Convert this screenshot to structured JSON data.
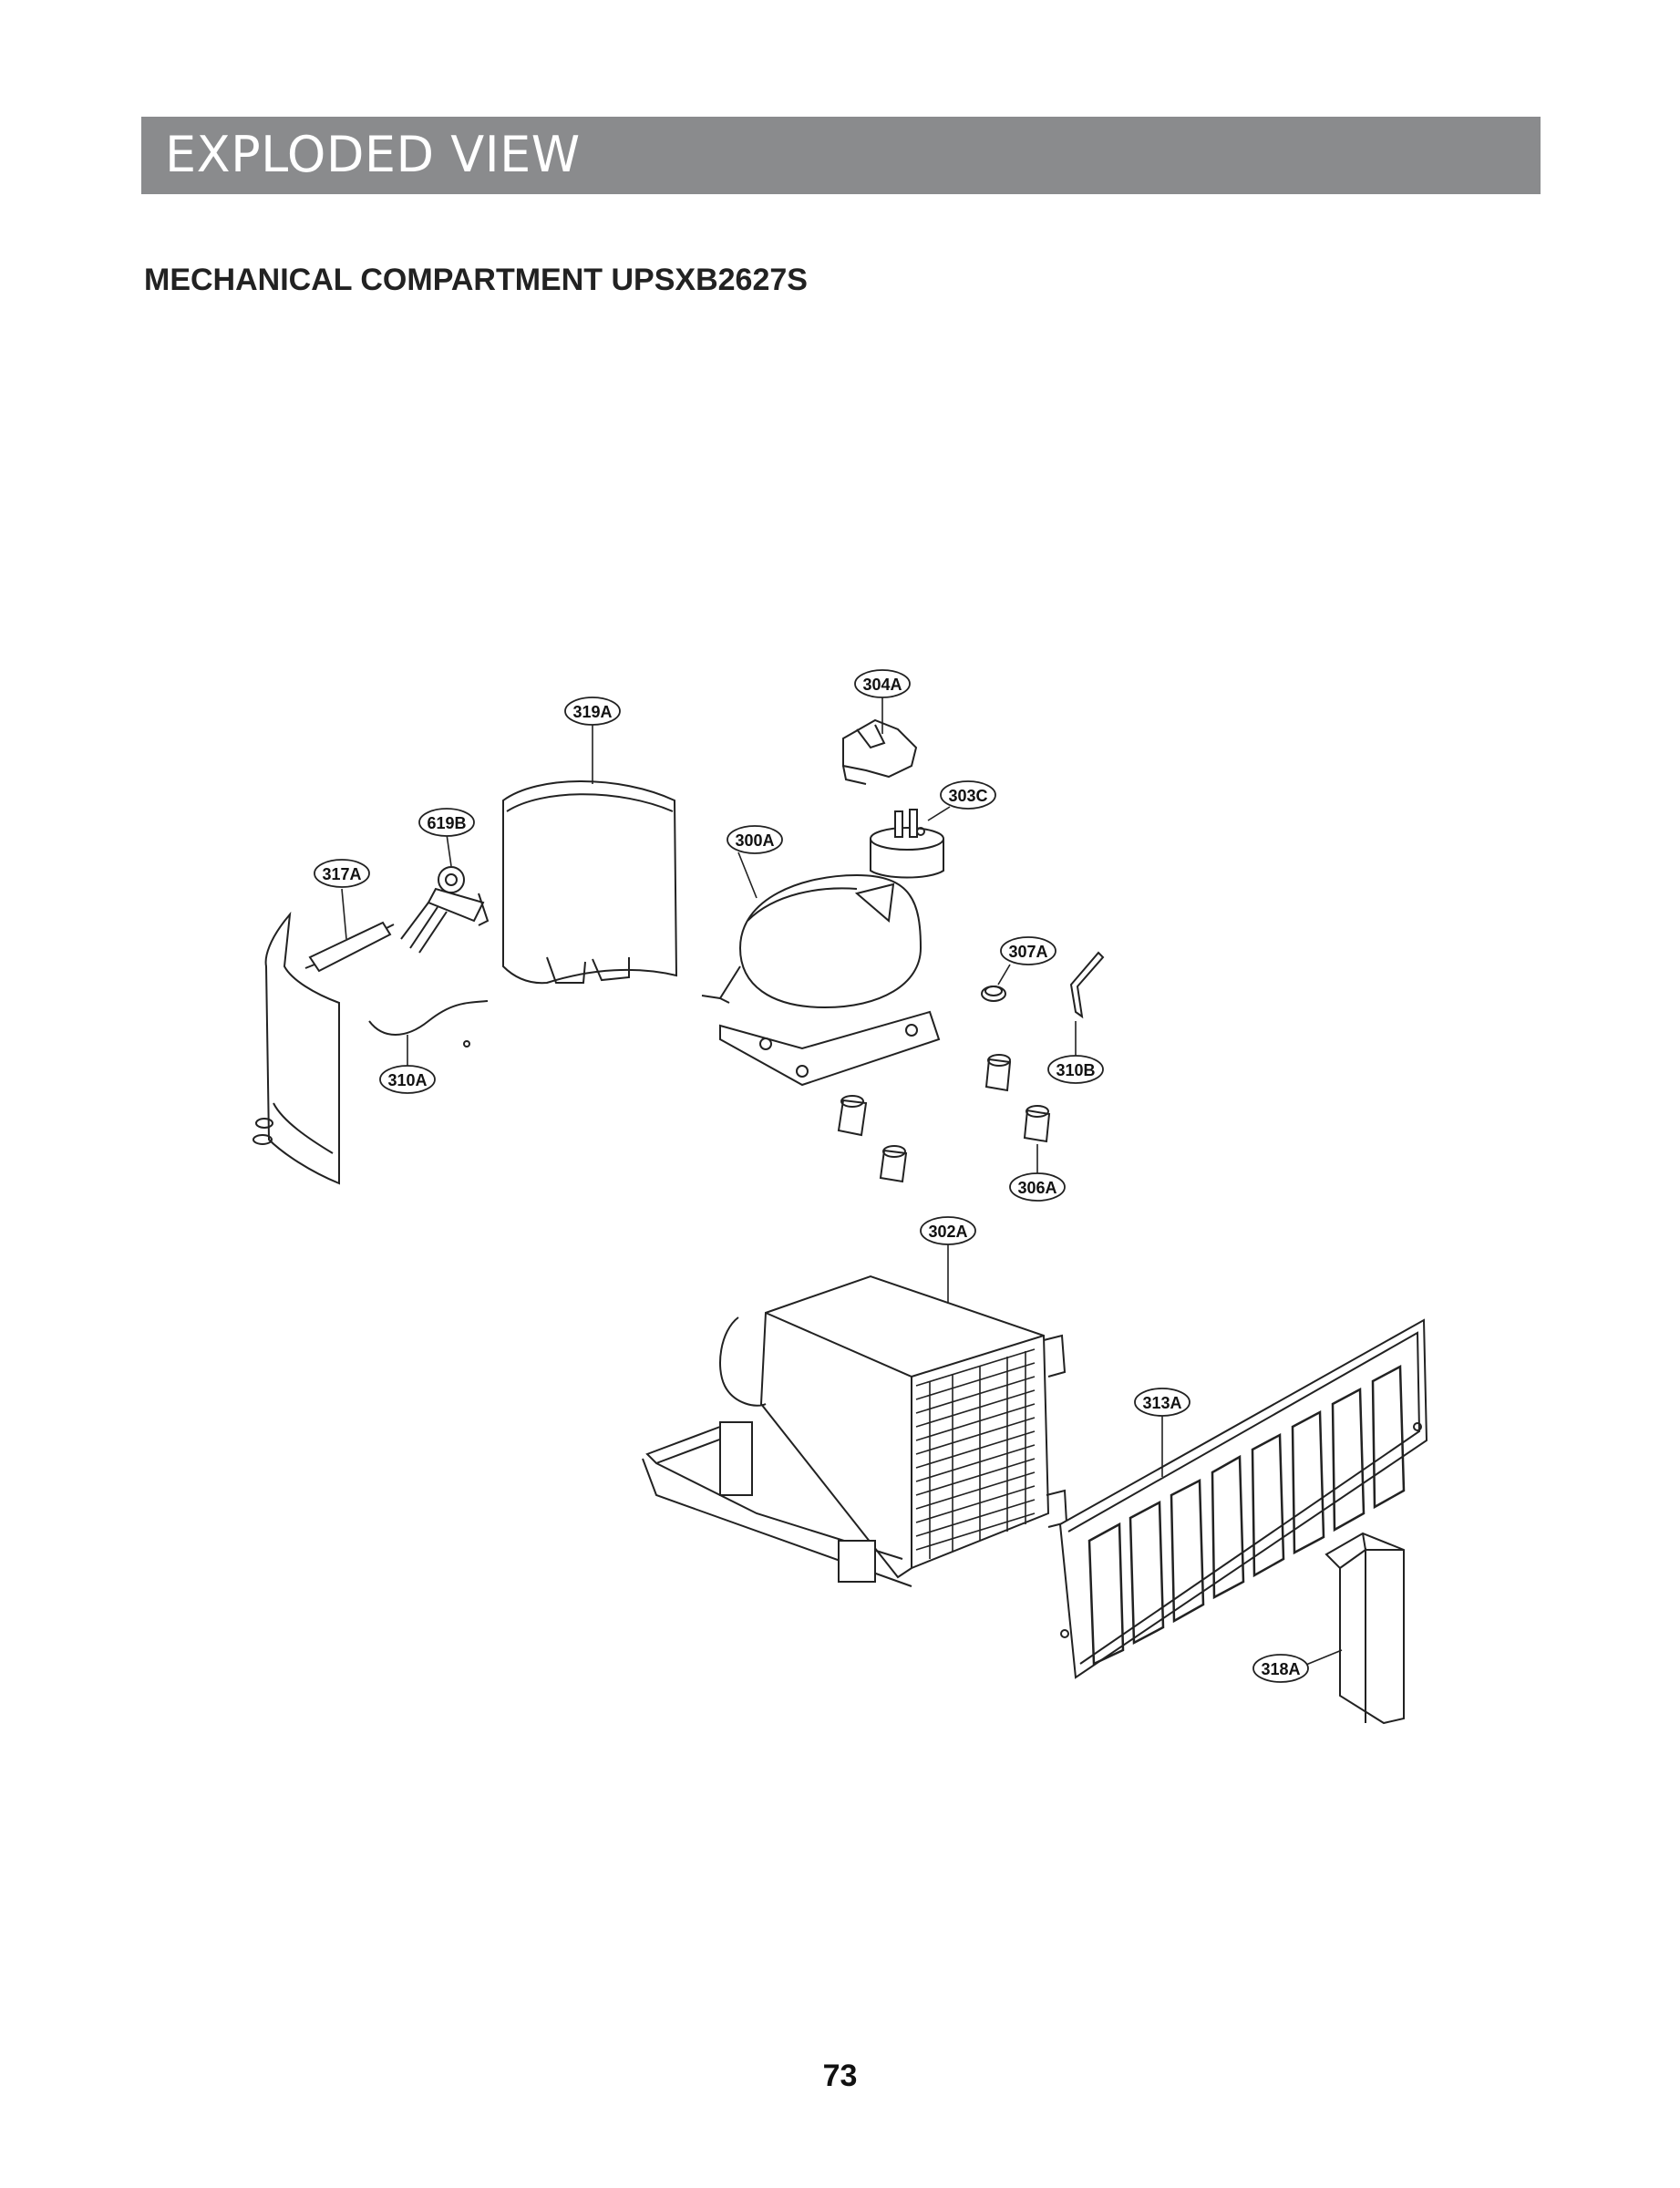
{
  "header": {
    "title": "EXPLODED VIEW"
  },
  "section": {
    "title": "MECHANICAL COMPARTMENT UPSXB2627S"
  },
  "callouts": {
    "c304A": "304A",
    "c319A": "319A",
    "c303C": "303C",
    "c619B": "619B",
    "c300A": "300A",
    "c317A": "317A",
    "c307A": "307A",
    "c310A": "310A",
    "c310B": "310B",
    "c306A": "306A",
    "c302A": "302A",
    "c313A": "313A",
    "c318A": "318A"
  },
  "footer": {
    "page_number": "73"
  }
}
